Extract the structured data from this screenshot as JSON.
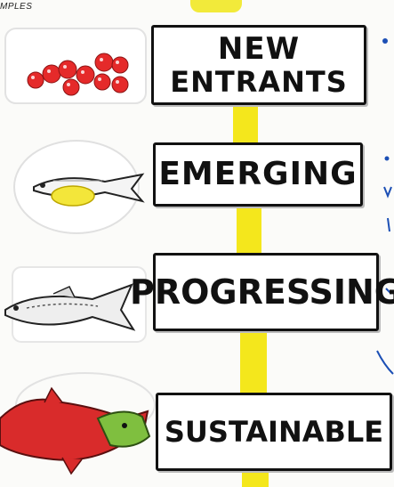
{
  "corner_label": "MPLES",
  "stages": [
    {
      "lines": [
        "NEW",
        "ENTRANTS"
      ]
    },
    {
      "lines": [
        "EMERGING"
      ]
    },
    {
      "lines": [
        "PROGRESSING"
      ]
    },
    {
      "lines": [
        "SUSTAINABLE"
      ]
    }
  ],
  "colors": {
    "connector": "#f4e71c",
    "box_border": "#111111",
    "eggs": "#e52a2a",
    "fry_yolk": "#f3e63a",
    "salmon_red": "#d92b2b",
    "salmon_head": "#7fbf3f",
    "margin_ink": "#1c4fb5"
  },
  "icons": [
    "fish-eggs-icon",
    "fry-fish-icon",
    "juvenile-fish-icon",
    "salmon-icon"
  ]
}
